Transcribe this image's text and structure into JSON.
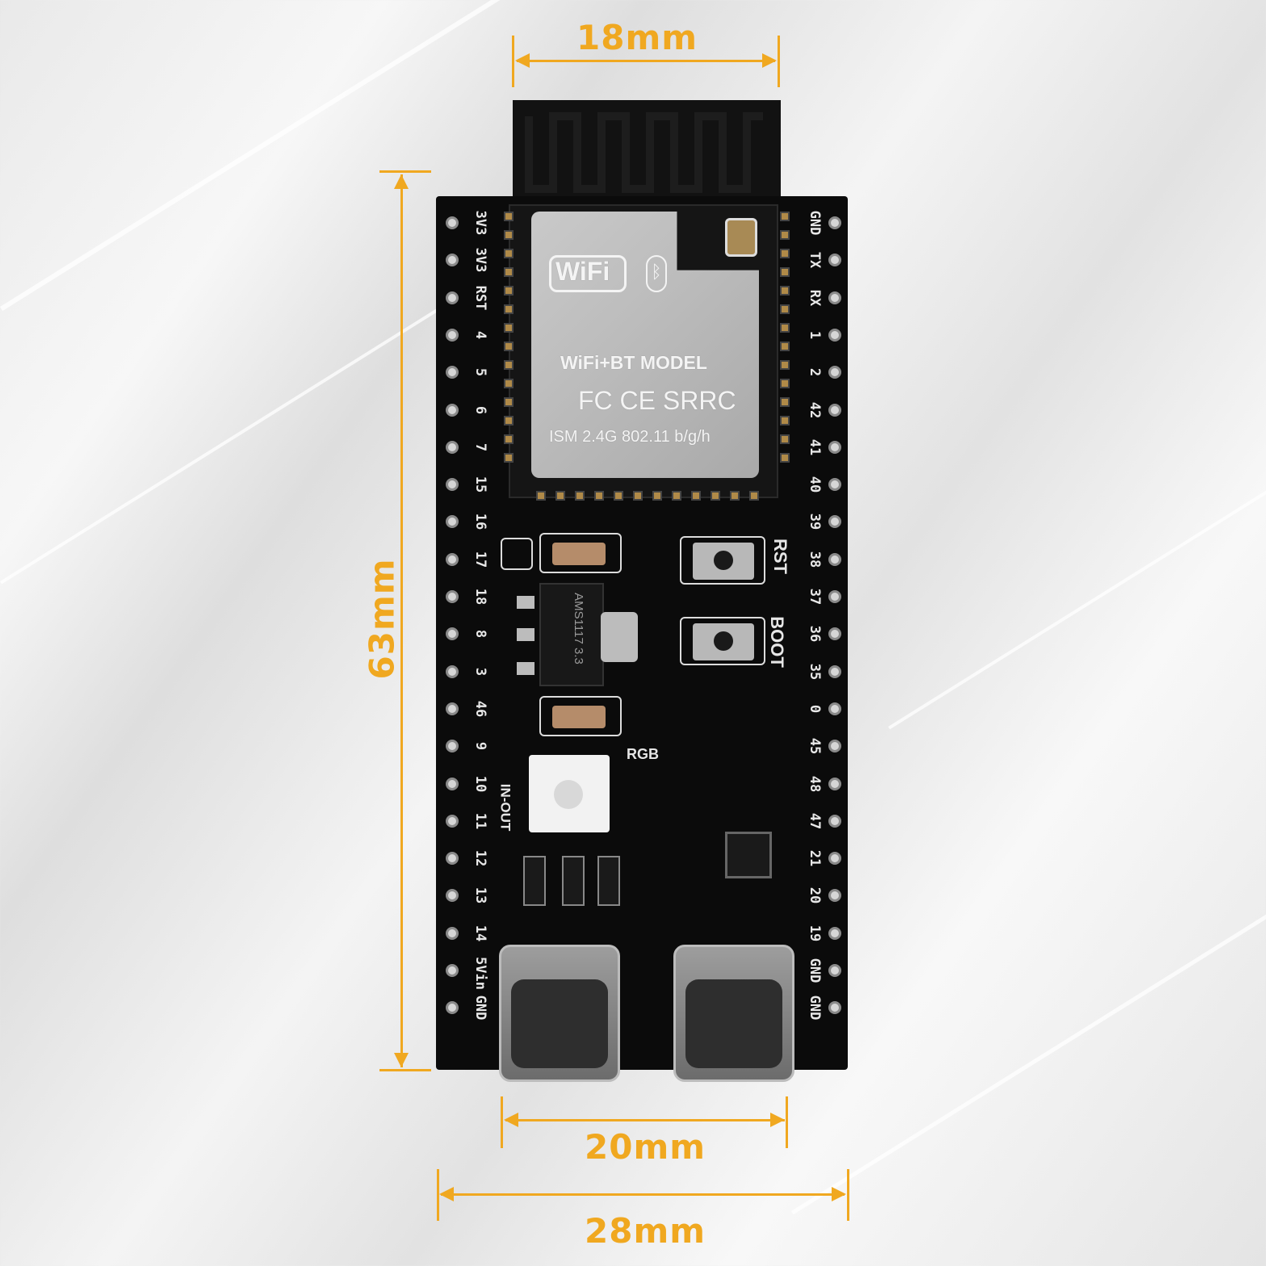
{
  "dimensions": {
    "top_width": "18mm",
    "height": "63mm",
    "usb_span": "20mm",
    "board_width": "28mm"
  },
  "module": {
    "wifi_logo": "WiFi",
    "line1": "WiFi+BT MODEL",
    "line2": "FC CE SRRC",
    "line3": "ISM 2.4G 802.11 b/g/h"
  },
  "left_pins": [
    "3V3",
    "3V3",
    "RST",
    "4",
    "5",
    "6",
    "7",
    "15",
    "16",
    "17",
    "18",
    "8",
    "3",
    "46",
    "9",
    "10",
    "11",
    "12",
    "13",
    "14",
    "5Vin",
    "GND"
  ],
  "right_pins": [
    "GND",
    "TX",
    "RX",
    "1",
    "2",
    "42",
    "41",
    "40",
    "39",
    "38",
    "37",
    "36",
    "35",
    "0",
    "45",
    "48",
    "47",
    "21",
    "20",
    "19",
    "GND",
    "GND"
  ],
  "board_labels": {
    "rst": "RST",
    "boot": "BOOT",
    "rgb": "RGB",
    "in_out": "IN-OUT",
    "regulator": "AMS1117 3.3"
  },
  "colors": {
    "dimension": "#f0a820",
    "pcb": "#0b0b0b",
    "shield": "#c2c2c2"
  }
}
